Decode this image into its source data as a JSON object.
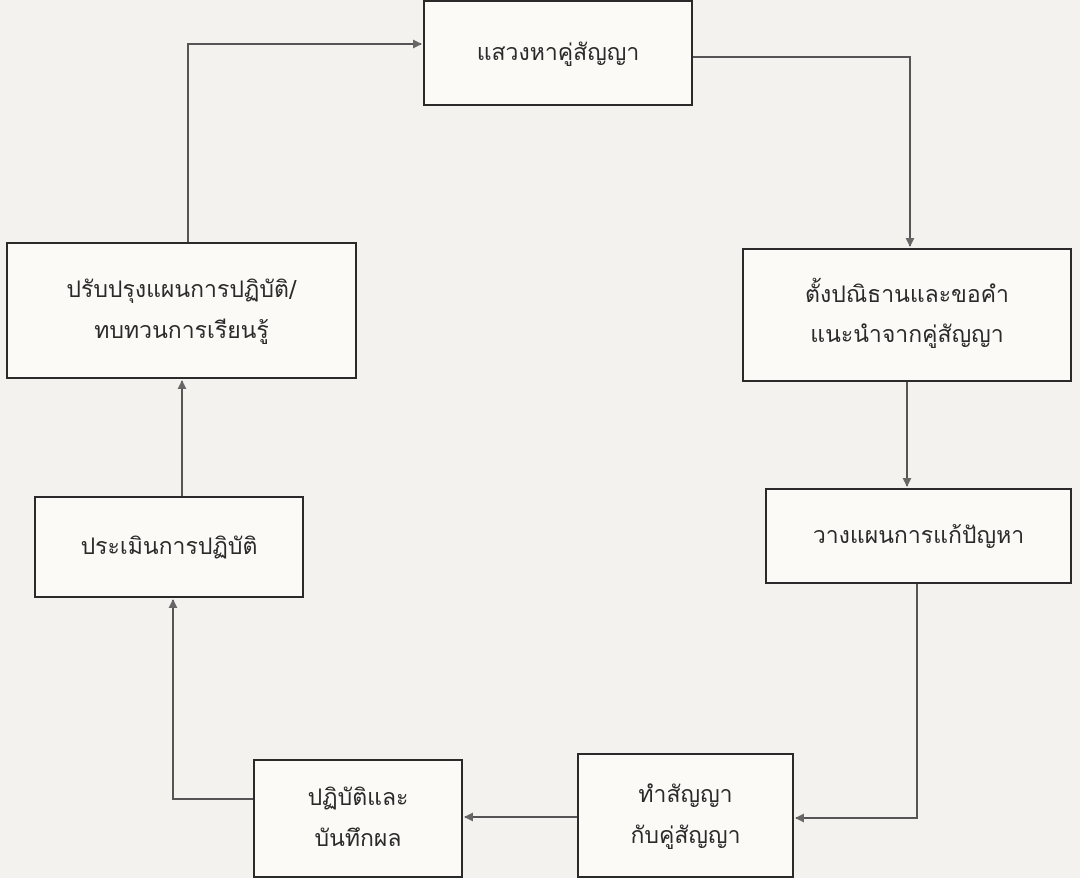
{
  "diagram": {
    "nodes": [
      {
        "id": "n1",
        "lines": [
          "แสวงหาคู่สัญญา"
        ]
      },
      {
        "id": "n2",
        "lines": [
          "ตั้งปณิธานและขอคำ",
          "แนะนำจากคู่สัญญา"
        ]
      },
      {
        "id": "n3",
        "lines": [
          "วางแผนการแก้ปัญหา"
        ]
      },
      {
        "id": "n4",
        "lines": [
          "ทำสัญญา",
          "กับคู่สัญญา"
        ]
      },
      {
        "id": "n5",
        "lines": [
          "ปฏิบัติและ",
          "บันทึกผล"
        ]
      },
      {
        "id": "n6",
        "lines": [
          "ประเมินการปฏิบัติ"
        ]
      },
      {
        "id": "n7",
        "lines": [
          "ปรับปรุงแผนการปฏิบัติ/",
          "ทบทวนการเรียนรู้"
        ]
      }
    ],
    "edges": [
      {
        "from": "n1",
        "to": "n2"
      },
      {
        "from": "n2",
        "to": "n3"
      },
      {
        "from": "n3",
        "to": "n4"
      },
      {
        "from": "n4",
        "to": "n5"
      },
      {
        "from": "n5",
        "to": "n6"
      },
      {
        "from": "n6",
        "to": "n7"
      },
      {
        "from": "n7",
        "to": "n1"
      }
    ],
    "colors": {
      "line": "#555555",
      "box_border": "#2a2a2a",
      "text": "#2a2a2a"
    }
  }
}
